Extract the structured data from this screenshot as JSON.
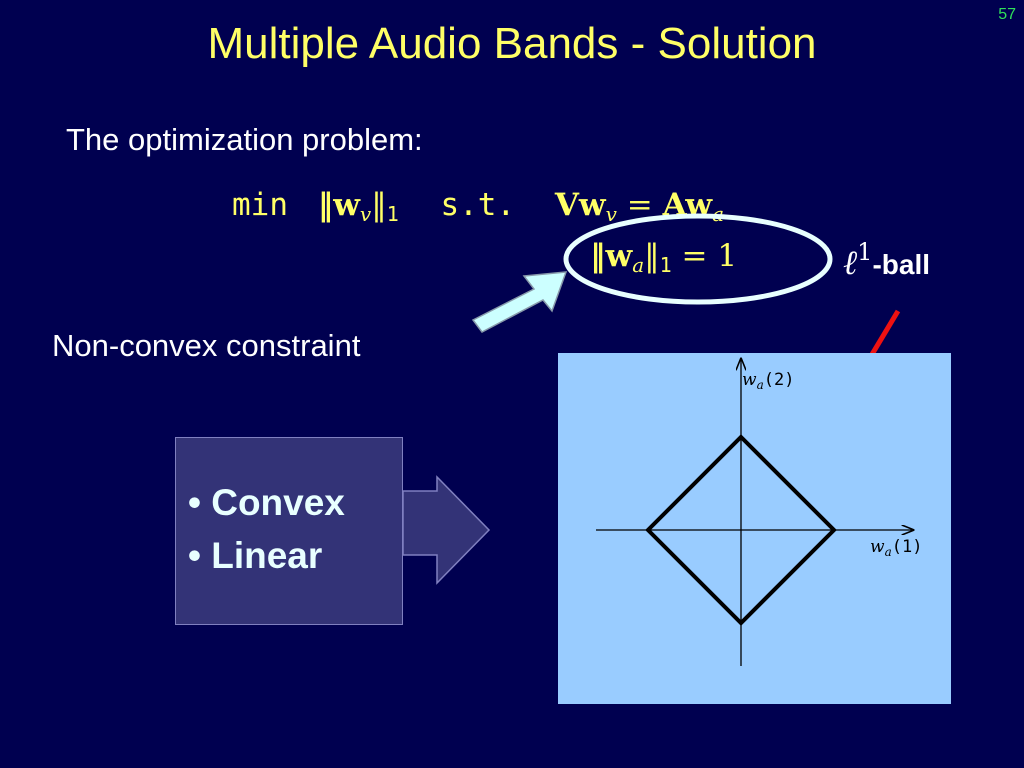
{
  "slide": {
    "number": "57",
    "title": "Multiple Audio Bands - Solution",
    "intro": "The optimization problem:",
    "equation_1": {
      "min": "min",
      "objective_norm": "‖w",
      "objective_sub": "v",
      "objective_end": "‖",
      "objective_p": "1",
      "st": "s.t.",
      "lhs": "Vw",
      "lhs_sub": "v",
      "eq": "=",
      "rhs": "Aw",
      "rhs_sub": "a"
    },
    "equation_2": {
      "norm_open": "‖w",
      "sub": "a",
      "norm_close": "‖",
      "p": "1",
      "eq": "= 1"
    },
    "ball_label": {
      "ell": "ℓ",
      "sup": "1",
      "text": "-ball"
    },
    "nonconvex_label": "Non-convex constraint",
    "bullets": [
      "Convex",
      "Linear"
    ],
    "plot": {
      "x_axis_label": "w",
      "x_axis_sub": "a",
      "x_axis_arg": "(1)",
      "y_axis_label": "w",
      "y_axis_sub": "a",
      "y_axis_arg": "(2)"
    },
    "colors": {
      "background": "#000050",
      "title": "#ffff66",
      "page_number": "#2fe05a",
      "highlight_ellipse": "#e8ffff",
      "plot_background": "#99ccff",
      "red_arrow": "#ee1111"
    }
  }
}
